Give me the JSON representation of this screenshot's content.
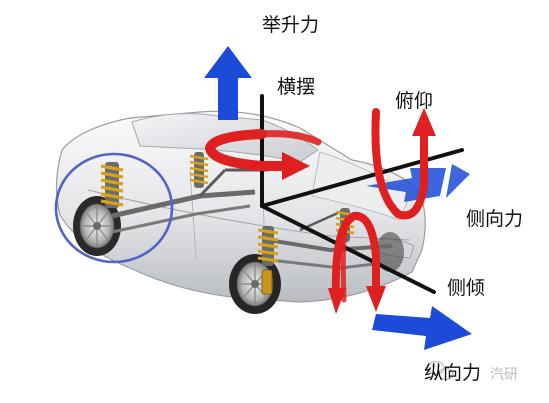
{
  "labels": {
    "lift": "举升力",
    "yaw": "横摆",
    "pitch": "俯仰",
    "lateral": "侧向力",
    "roll": "侧倾",
    "longitudinal": "纵向力"
  },
  "watermark": "汽研",
  "colors": {
    "axis": "#111111",
    "force_arrow": "#1b4bd8",
    "moment_arrow": "#e02020",
    "car_body": "#e6e8eb",
    "wheel_highlight_circle": "#5560c8",
    "spring": "#d8a21a"
  }
}
